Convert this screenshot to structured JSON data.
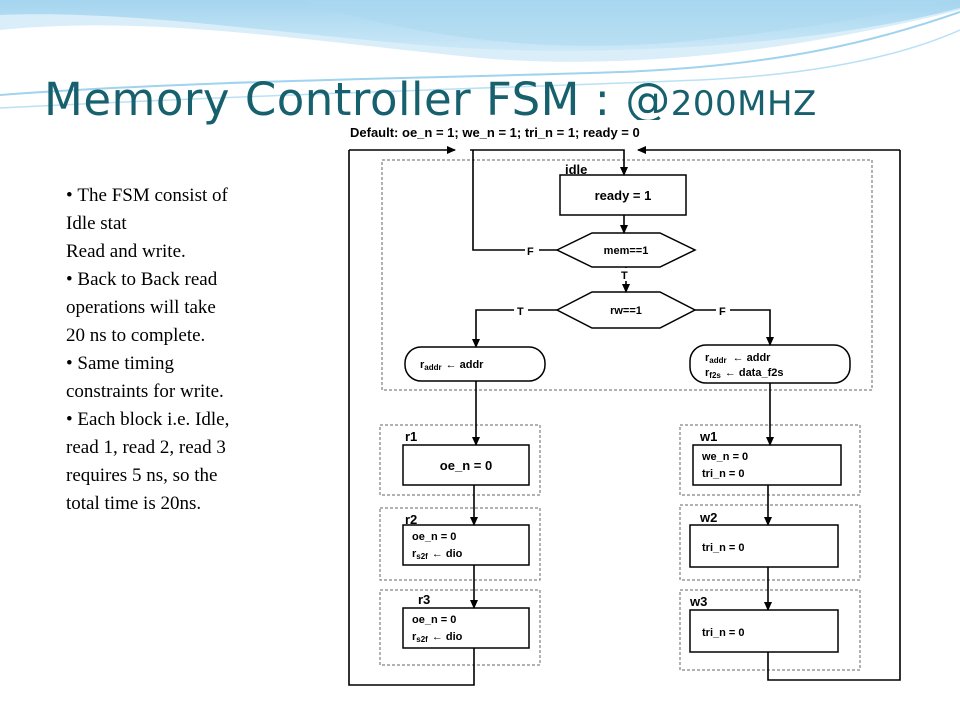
{
  "slide": {
    "title": "Memory Controller FSM : @",
    "title_freq": "200MHZ",
    "bullets": [
      {
        "lines": [
          "The FSM consist of",
          "Idle stat",
          "Read and write."
        ]
      },
      {
        "lines": [
          "Back to Back read",
          "operations will take",
          "20 ns to complete."
        ]
      },
      {
        "lines": [
          "Same timing",
          "constraints for write."
        ]
      },
      {
        "lines": [
          "Each block i.e. Idle,",
          "read 1, read 2, read 3",
          "requires 5 ns, so the",
          "total time is 20ns."
        ]
      }
    ]
  },
  "fsm": {
    "default_line": "Default: oe_n = 1;  we_n = 1;  tri_n = 1;  ready = 0",
    "idle": {
      "name": "idle",
      "action": "ready = 1"
    },
    "decision_mem": {
      "cond": "mem==1",
      "false_label": "F",
      "true_label": "T"
    },
    "decision_rw": {
      "cond": "rw==1",
      "true_label": "T",
      "false_label": "F"
    },
    "read_assign": {
      "reg": "r",
      "sub": "addr",
      "arrow": "←",
      "src": "addr"
    },
    "write_assign": {
      "line1": {
        "reg": "r",
        "sub": "addr",
        "arrow": "←",
        "src": "addr"
      },
      "line2": {
        "reg": "r",
        "sub": "f2s",
        "arrow": "←",
        "src": "data_f2s"
      }
    },
    "r1": {
      "name": "r1",
      "action": "oe_n = 0"
    },
    "r2": {
      "name": "r2",
      "action1": "oe_n = 0",
      "reg": "r",
      "sub": "s2f",
      "arrow": "←",
      "src": "dio"
    },
    "r3": {
      "name": "r3",
      "action1": "oe_n = 0",
      "reg": "r",
      "sub": "s2f",
      "arrow": "←",
      "src": "dio"
    },
    "w1": {
      "name": "w1",
      "action1": "we_n = 0",
      "action2": "tri_n = 0"
    },
    "w2": {
      "name": "w2",
      "action": "tri_n = 0"
    },
    "w3": {
      "name": "w3",
      "action": "tri_n = 0"
    }
  },
  "colors": {
    "title": "#17606d",
    "wave_dark": "#8fcbe9",
    "wave_light": "#cfe9f7"
  }
}
